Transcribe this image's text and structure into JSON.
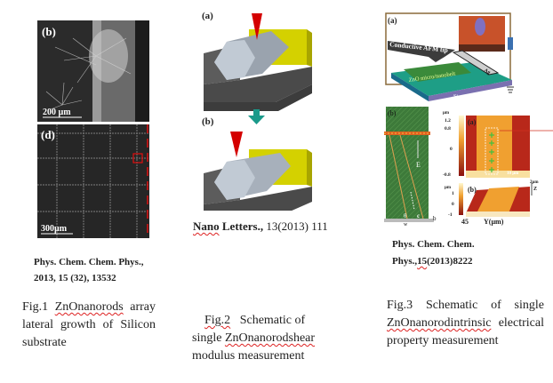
{
  "figures": [
    {
      "panels": [
        {
          "label": "(b)",
          "scale_bar": "200 µm"
        },
        {
          "label": "(d)",
          "scale_bar": "300µm"
        }
      ],
      "reference": {
        "line1": "Phys. Chem. Chem. Phys.,",
        "line2": "2013, 15 (32), 13532"
      },
      "caption": {
        "prefix": "Fig.1 ",
        "flagged_word": "ZnOnanorods",
        "rest": " array lateral growth of Silicon substrate"
      }
    },
    {
      "panels": [
        {
          "label": "(a)"
        },
        {
          "label": "(b)"
        }
      ],
      "reference": {
        "journal_flagged": "Nano",
        "journal_rest": " Letters.,",
        "citation": " 13(2013) 111"
      },
      "caption": {
        "prefix_flagged": "Fig.2",
        "spacer": "   ",
        "text1": "Schematic of single ",
        "flagged_word": "ZnOnanorodshear",
        "rest": "  modulus measurement"
      }
    },
    {
      "panels": [
        {
          "label": "(a)",
          "annotations": [
            "Conductive AFM tip",
            "ZnO micro/nanobelt",
            "SiO2",
            "Si",
            "Ag"
          ]
        },
        {
          "label": "(b)",
          "annotations": [
            "E",
            "θ",
            "c",
            "b",
            "w"
          ]
        },
        {
          "label": "(a)",
          "colorbar_unit": "µm",
          "colorbar_ticks": [
            "1.2",
            "0.8",
            "0",
            "-0.8"
          ],
          "scale_bar": "10 µm"
        },
        {
          "label": "(b)",
          "colorbar_unit": "µm",
          "colorbar_ticks": [
            "1",
            "0",
            "-1"
          ],
          "axis_label": "Y(µm)",
          "axis_tick": "45",
          "z_label": "Z",
          "z_scale": "2µm"
        }
      ],
      "reference": {
        "line1": "Phys. Chem. Chem.",
        "line2_a": "Phys.,",
        "line2_flagged": "15",
        "line2_b": "(2013)8222"
      },
      "caption": {
        "prefix": "Fig.3 Schematic of single ",
        "flagged_word": "ZnOnanorodintrinsic",
        "rest": " electrical property measurement"
      }
    }
  ],
  "colors": {
    "spellcheck": "#d22222",
    "sem_dark": "#2a2a2a",
    "tip_red": "#d40000",
    "substrate_gray": "#5a5a5a",
    "block_yellow": "#d4d100",
    "rod_gray": "#b7c0cc",
    "arrow_teal": "#1a9a8a",
    "belt_green": "#3a8a3a",
    "afm_orange": "#f0a030"
  }
}
